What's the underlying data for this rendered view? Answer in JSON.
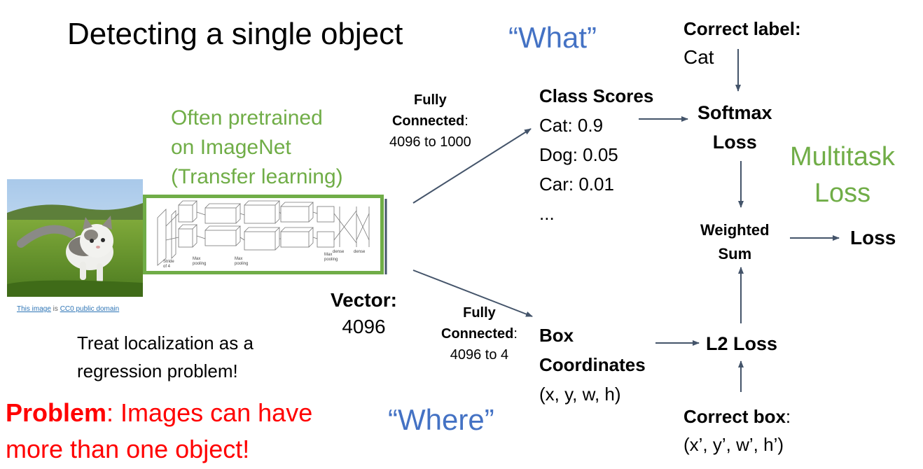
{
  "title": "Detecting a single object",
  "what": "“What”",
  "where": "“Where”",
  "pretrained": [
    "Often pretrained",
    "on ImageNet",
    "(Transfer learning)"
  ],
  "multitask": [
    "Multitask",
    "Loss"
  ],
  "treat": [
    "Treat localization as a",
    "regression problem!"
  ],
  "problem": {
    "bold": "Problem",
    "rest_line1": ": Images can have",
    "line2": "more than one object!"
  },
  "caption": {
    "link1": "This image",
    "is": " is ",
    "link2": "CC0 public domain"
  },
  "vector": {
    "label": "Vector:",
    "value": "4096"
  },
  "fc_top": {
    "line1": "Fully",
    "line2": "Connected",
    "colon": ":",
    "line3": "4096 to 1000"
  },
  "fc_bottom": {
    "line1": "Fully",
    "line2": "Connected",
    "colon": ":",
    "line3": "4096 to 4"
  },
  "class_scores": {
    "title": "Class Scores",
    "items": [
      "Cat: 0.9",
      "Dog: 0.05",
      "Car: 0.01",
      "..."
    ]
  },
  "correct_label": {
    "title": "Correct label:",
    "value": "Cat"
  },
  "softmax": [
    "Softmax",
    "Loss"
  ],
  "weighted": [
    "Weighted",
    "Sum"
  ],
  "loss_out": "Loss",
  "l2_loss": "L2 Loss",
  "box": {
    "title1": "Box",
    "title2": "Coordinates",
    "value": "(x, y, w, h)"
  },
  "correct_box": {
    "title": "Correct box",
    "colon": ":",
    "value": "(x’, y’, w’, h’)"
  },
  "cnn_labels": [
    "Stride",
    "of 4",
    "Max",
    "pooling",
    "Max",
    "pooling",
    "Max",
    "pooling",
    "dense",
    "dense"
  ],
  "colors": {
    "green": "#70ad47",
    "blue": "#4472c4",
    "red": "#ff0000",
    "arrow": "#44546a"
  }
}
